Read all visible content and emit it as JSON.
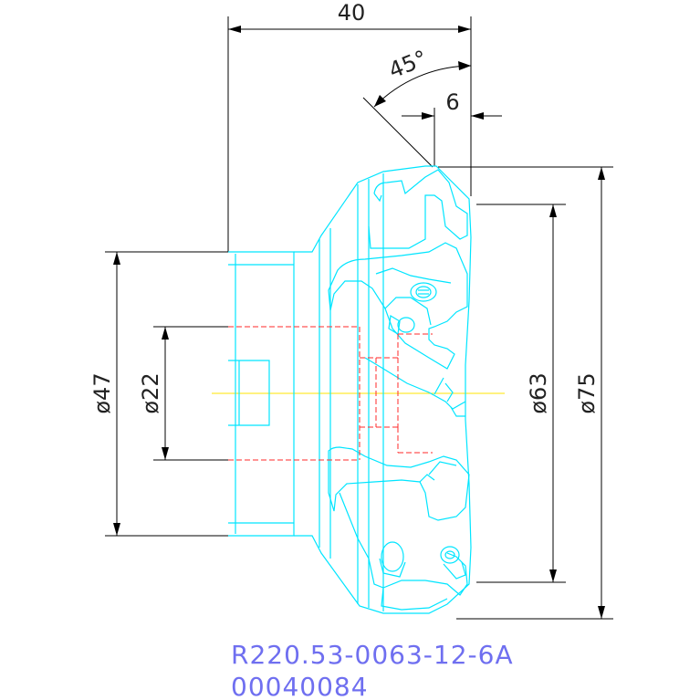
{
  "dimensions": {
    "width_40": "40",
    "angle_45": "45°",
    "width_6": "6",
    "dia_47": "ø47",
    "dia_22": "ø22",
    "dia_63": "ø63",
    "dia_75": "ø75"
  },
  "part_number": "R220.53-0063-12-6A",
  "item_code": "00040084",
  "colors": {
    "tool_body": "#00e5ff",
    "hidden_lines": "#ff2a2a",
    "centerline": "#ffe600",
    "dimension_lines": "#000000",
    "label_text": "#6f6ff0"
  }
}
